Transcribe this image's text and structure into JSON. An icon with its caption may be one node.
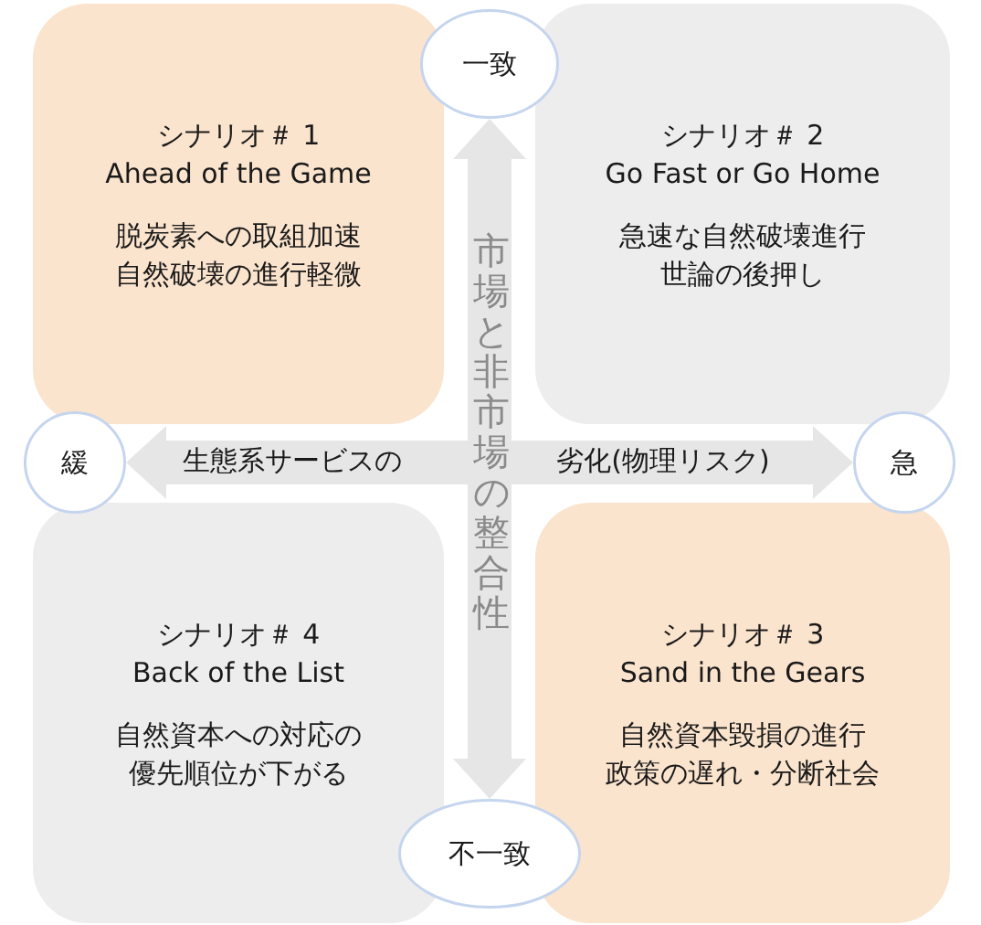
{
  "diagram": {
    "nodes": [
      {
        "text": [
          "一致"
        ]
      },
      {
        "text": [
          "シナリオ＃ 1",
          "Ahead of the Game",
          "脱炭素への取組加速",
          "自然破壊の進行軽微"
        ]
      },
      {
        "text": [
          "シナリオ＃ 2",
          "Go Fast or Go Home",
          "急速な自然破壊進行",
          "世論の後押し"
        ]
      },
      {
        "text": [
          "緩"
        ]
      },
      {
        "text": [
          "急"
        ]
      },
      {
        "text": [
          "シナリオ＃ 4",
          "Back of the List",
          "自然資本への対応の",
          "優先順位が下がる"
        ]
      },
      {
        "text": [
          "シナリオ＃ 3",
          "Sand in the Gears",
          "自然資本毀損の進行",
          "政策の遅れ・分断社会"
        ]
      },
      {
        "text": [
          "不一致"
        ]
      }
    ],
    "edges": [
      {
        "from": 0,
        "to": 7,
        "arrow": "both",
        "style": "thick",
        "label": "市場と非市場の整合性"
      },
      {
        "from": 3,
        "to": 4,
        "arrow": "both",
        "style": "thick"
      }
    ],
    "labels": [
      "生態系サービスの",
      "劣化(物理リスク)"
    ]
  }
}
